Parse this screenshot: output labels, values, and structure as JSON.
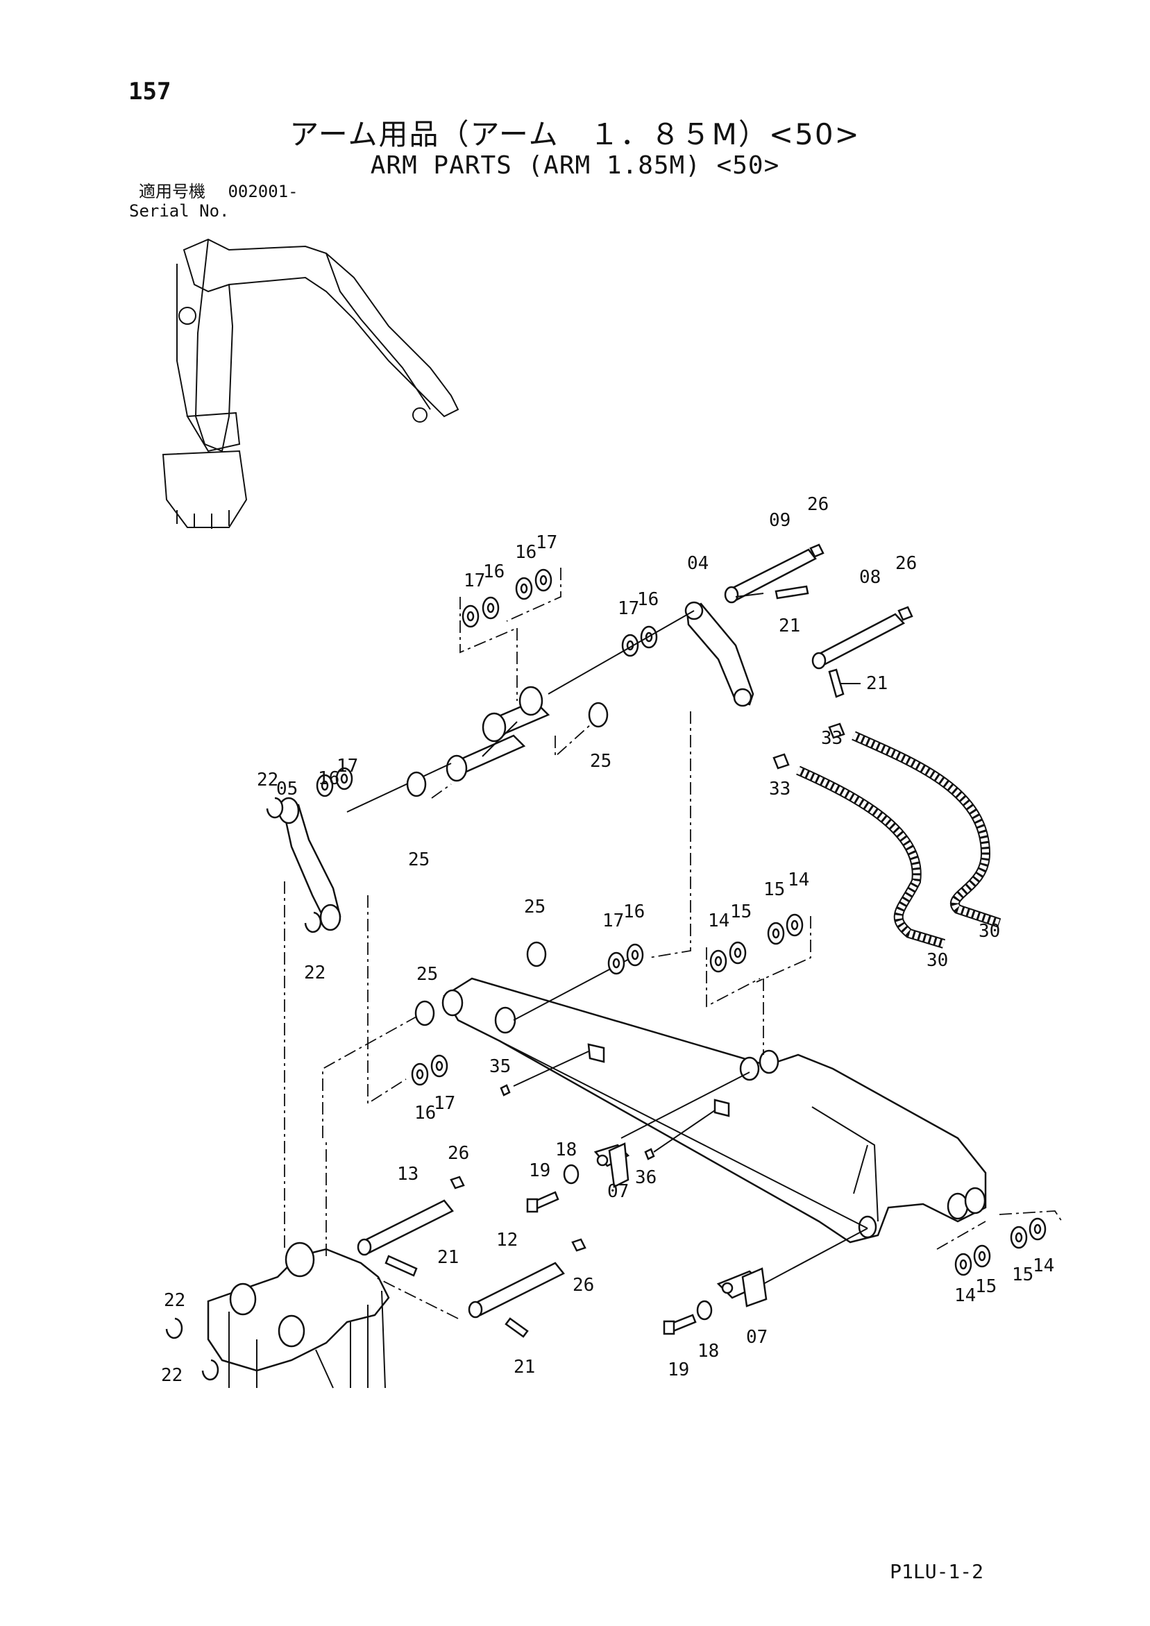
{
  "page": {
    "number": "157",
    "title_jp": "アーム用品（アーム　１．８５M）<50>",
    "title_en": "ARM PARTS (ARM 1.85M) <50>",
    "serial_label_jp": "適用号機",
    "serial_label_en": "Serial No.",
    "serial_value": "002001-",
    "footer_code": "P1LU-1-2"
  },
  "callouts": [
    "26",
    "09",
    "26",
    "08",
    "21",
    "21",
    "04",
    "17",
    "16",
    "16",
    "17",
    "17",
    "16",
    "25",
    "22",
    "05",
    "16",
    "17",
    "25",
    "22",
    "33",
    "33",
    "30",
    "30",
    "25",
    "25",
    "17",
    "16",
    "14",
    "15",
    "15",
    "14",
    "35",
    "16",
    "17",
    "26",
    "13",
    "18",
    "19",
    "07",
    "36",
    "21",
    "12",
    "26",
    "22",
    "22",
    "21",
    "19",
    "18",
    "07",
    "14",
    "15",
    "15",
    "14"
  ]
}
